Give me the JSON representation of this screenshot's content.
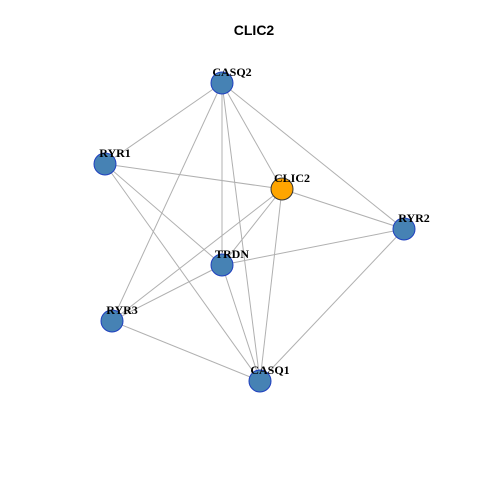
{
  "title": "CLIC2",
  "colors": {
    "edge": "#b0b0b0",
    "default_node_fill": "#4682b4",
    "default_node_stroke": "#1f3fbf",
    "highlight_node_fill": "#ffa500",
    "highlight_node_stroke": "#333333"
  },
  "nodes": [
    {
      "id": "CASQ2",
      "label": "CASQ2",
      "highlight": false
    },
    {
      "id": "RYR1",
      "label": "RYR1",
      "highlight": false
    },
    {
      "id": "CLIC2",
      "label": "CLIC2",
      "highlight": true
    },
    {
      "id": "RYR2",
      "label": "RYR2",
      "highlight": false
    },
    {
      "id": "TRDN",
      "label": "TRDN",
      "highlight": false
    },
    {
      "id": "RYR3",
      "label": "RYR3",
      "highlight": false
    },
    {
      "id": "CASQ1",
      "label": "CASQ1",
      "highlight": false
    }
  ],
  "edges": [
    [
      "CASQ2",
      "RYR1"
    ],
    [
      "CASQ2",
      "CLIC2"
    ],
    [
      "CASQ2",
      "RYR2"
    ],
    [
      "CASQ2",
      "TRDN"
    ],
    [
      "CASQ2",
      "RYR3"
    ],
    [
      "CASQ2",
      "CASQ1"
    ],
    [
      "RYR1",
      "CLIC2"
    ],
    [
      "RYR1",
      "TRDN"
    ],
    [
      "RYR1",
      "CASQ1"
    ],
    [
      "CLIC2",
      "RYR2"
    ],
    [
      "CLIC2",
      "TRDN"
    ],
    [
      "CLIC2",
      "RYR3"
    ],
    [
      "CLIC2",
      "CASQ1"
    ],
    [
      "RYR2",
      "TRDN"
    ],
    [
      "RYR2",
      "CASQ1"
    ],
    [
      "TRDN",
      "RYR3"
    ],
    [
      "TRDN",
      "CASQ1"
    ],
    [
      "RYR3",
      "CASQ1"
    ]
  ]
}
